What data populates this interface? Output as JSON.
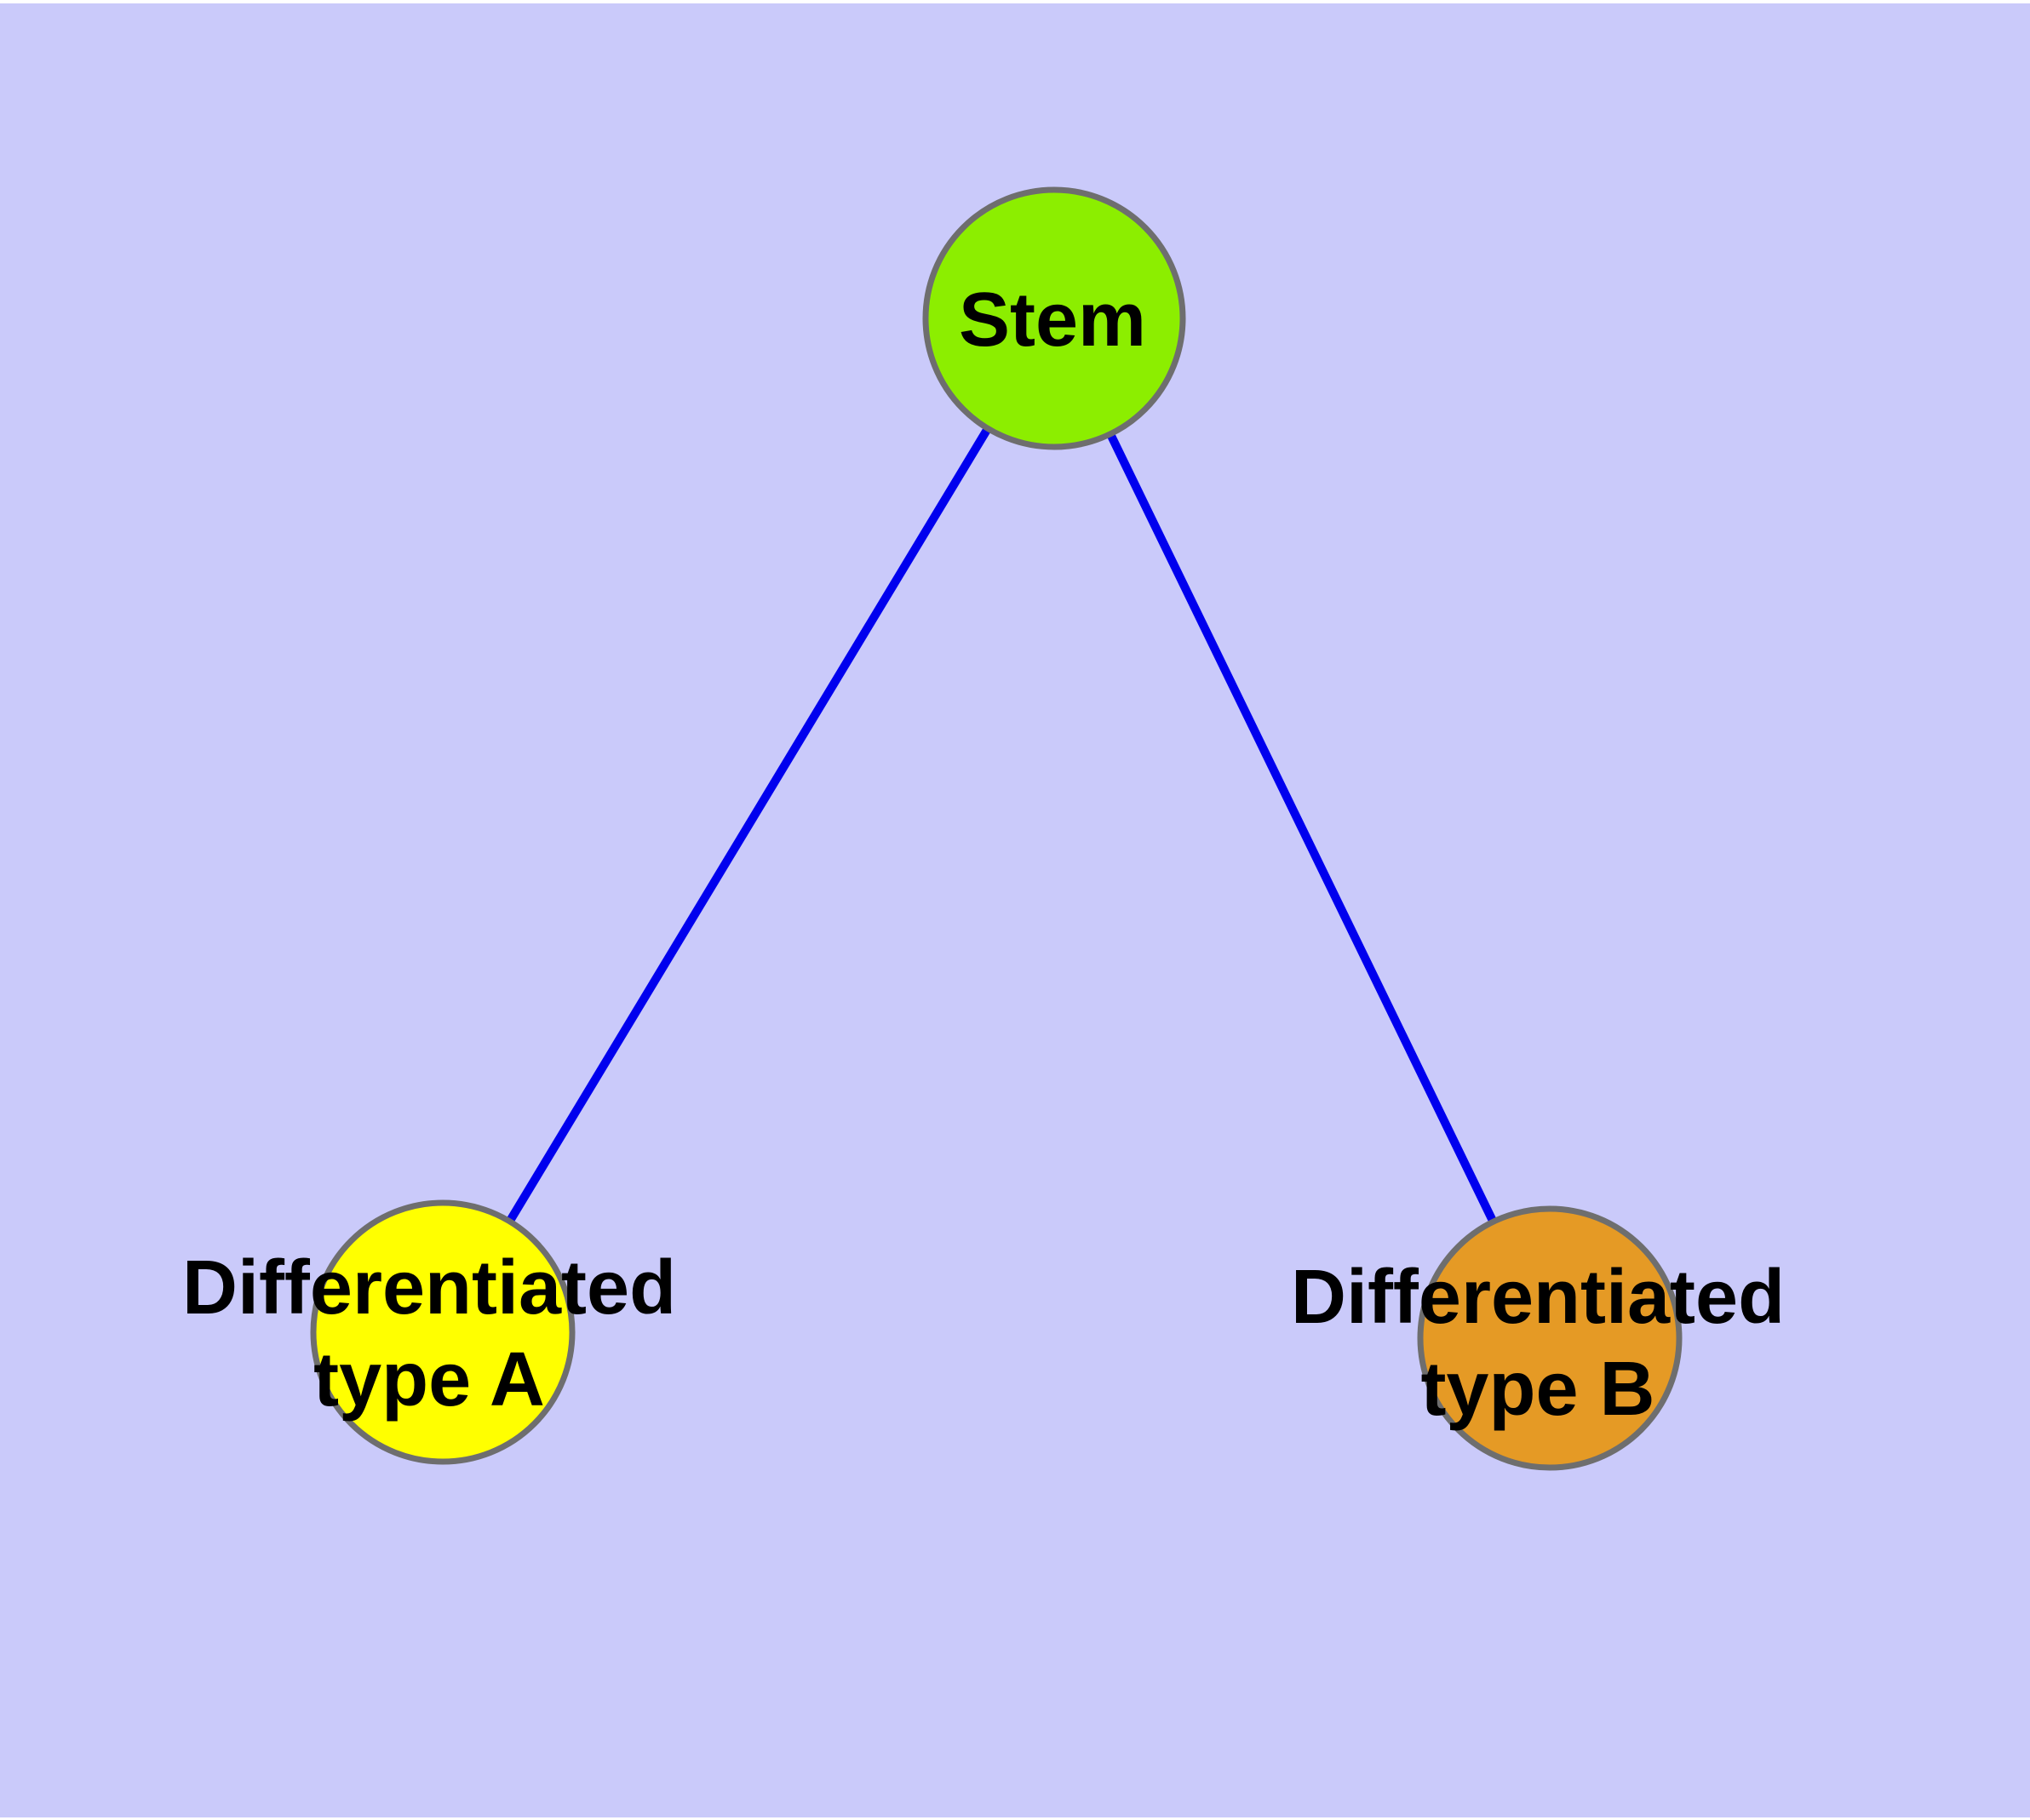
{
  "page": {
    "background_color": "#FFFFFF",
    "canvas_color": "#CACAFA"
  },
  "diagram": {
    "type": "node-link-graph",
    "edge_color": "#0000EE",
    "node_border_color": "#6E6E6E",
    "label_color": "#000000",
    "nodes": [
      {
        "id": "stem",
        "lines": [
          "Stem"
        ],
        "fill": "#8CEE00"
      },
      {
        "id": "differentiated-type-a",
        "lines": [
          "Differentiated",
          "type A"
        ],
        "fill": "#FFFF00"
      },
      {
        "id": "differentiated-type-b",
        "lines": [
          "Differentiated",
          "type B"
        ],
        "fill": "#E59A25"
      }
    ],
    "edges": [
      {
        "from": "stem",
        "to": "differentiated-type-a"
      },
      {
        "from": "stem",
        "to": "differentiated-type-b"
      }
    ]
  }
}
